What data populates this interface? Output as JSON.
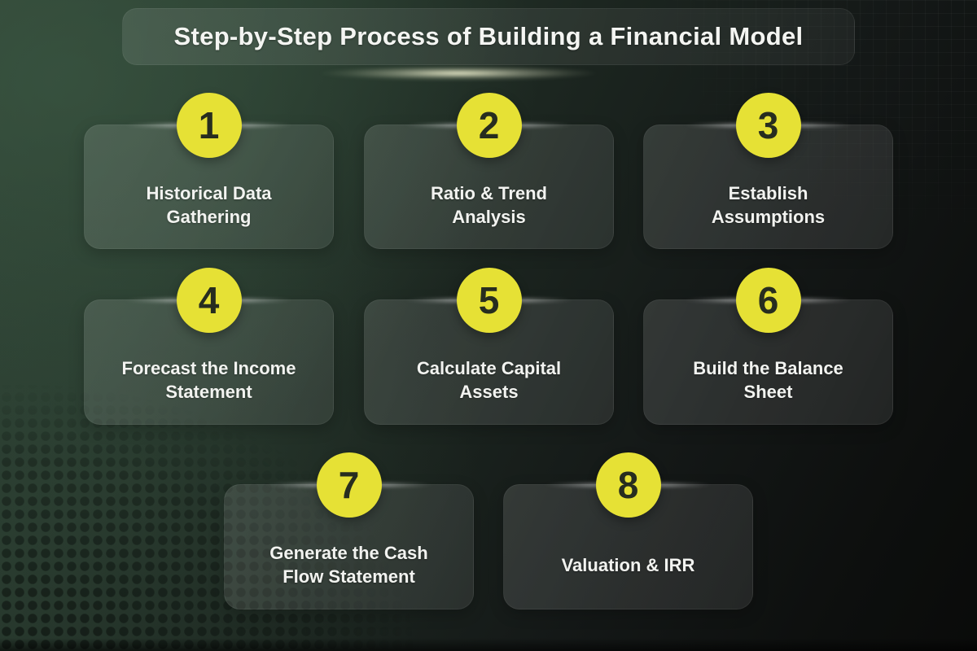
{
  "title": "Step-by-Step Process of Building a Financial Model",
  "steps": [
    {
      "number": "1",
      "label": [
        "Historical Data",
        "Gathering"
      ]
    },
    {
      "number": "2",
      "label": [
        "Ratio & Trend",
        "Analysis"
      ]
    },
    {
      "number": "3",
      "label": [
        "Establish",
        "Assumptions"
      ]
    },
    {
      "number": "4",
      "label": [
        "Forecast the Income",
        "Statement"
      ]
    },
    {
      "number": "5",
      "label": [
        "Calculate Capital",
        "Assets"
      ]
    },
    {
      "number": "6",
      "label": [
        "Build the Balance",
        "Sheet"
      ]
    },
    {
      "number": "7",
      "label": [
        "Generate the Cash",
        "Flow Statement"
      ]
    },
    {
      "number": "8",
      "label": [
        "Valuation & IRR"
      ]
    }
  ],
  "colors": {
    "accent_yellow": "#e6e135",
    "number_text": "#272d1f",
    "card_text": "#f2f3f0",
    "background_green": "#2e4134",
    "background_dark": "#0a0b0a"
  }
}
